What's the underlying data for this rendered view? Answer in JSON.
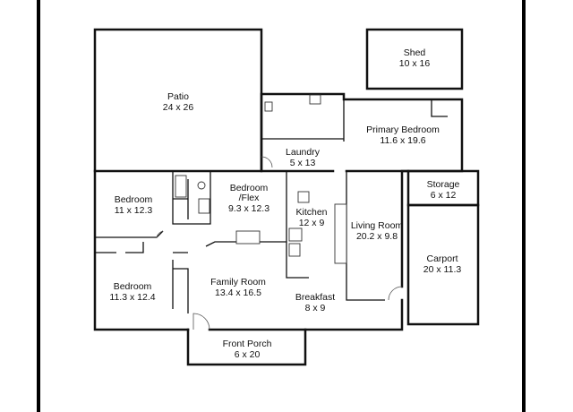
{
  "rooms": [
    {
      "name": "Shed",
      "size": "10 x 16"
    },
    {
      "name": "Patio",
      "size": "24 x 26"
    },
    {
      "name": "Primary Bedroom",
      "size": "11.6 x 19.6"
    },
    {
      "name": "Laundry",
      "size": "5 x 13"
    },
    {
      "name": "Bedroom",
      "size": "11 x 12.3"
    },
    {
      "name_lines": [
        "Bedroom",
        "/Flex"
      ],
      "size": "9.3 x 12.3"
    },
    {
      "name": "Kitchen",
      "size": "12 x 9"
    },
    {
      "name": "Storage",
      "size": "6 x 12"
    },
    {
      "name": "Living Room",
      "size": "20.2 x 9.8"
    },
    {
      "name": "Carport",
      "size": "20 x 11.3"
    },
    {
      "name": "Bedroom",
      "size": "11.3 x 12.4"
    },
    {
      "name": "Family Room",
      "size": "13.4 x 16.5"
    },
    {
      "name": "Breakfast",
      "size": "8 x 9"
    },
    {
      "name": "Front Porch",
      "size": "6 x 20"
    }
  ]
}
